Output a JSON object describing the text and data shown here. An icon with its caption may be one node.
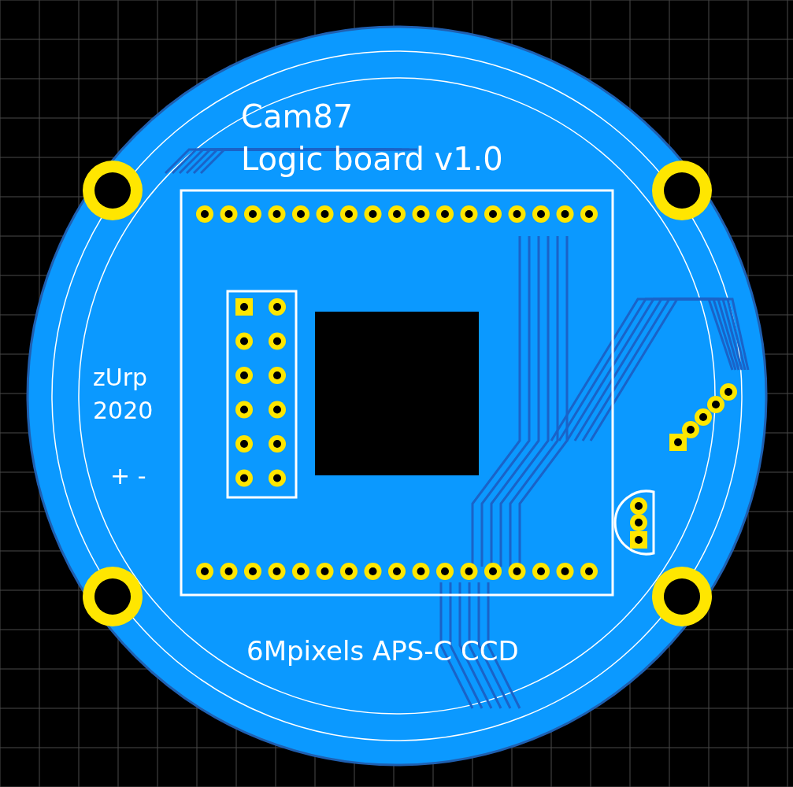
{
  "diagram": {
    "labels": [
      "Cam87",
      "Logic board v1.0",
      "zUrp",
      "2020",
      "+ -",
      "6Mpixels APS-C CCD"
    ]
  }
}
